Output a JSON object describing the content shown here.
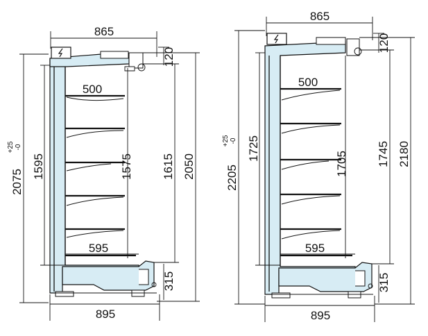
{
  "colors": {
    "insulation": "#d7ecf4",
    "line": "#111111",
    "background": "#ffffff"
  },
  "left": {
    "top_width": "865",
    "bottom_width": "895",
    "shelf_depth": "500",
    "base_depth": "595",
    "total_height_main": "2075",
    "total_height_tol_plus": "+25",
    "total_height_tol_minus": "-0",
    "inner_height": "1595",
    "shelf_height": "1575",
    "opening_height": "1615",
    "outer_height": "2050",
    "top_section": "120",
    "base_height": "315",
    "icon": "lightning-icon"
  },
  "right": {
    "top_width": "865",
    "bottom_width": "895",
    "shelf_depth": "500",
    "base_depth": "595",
    "total_height_main": "2205",
    "total_height_tol_plus": "+25",
    "total_height_tol_minus": "-0",
    "inner_height": "1725",
    "shelf_height": "1705",
    "opening_height": "1745",
    "outer_height": "2180",
    "top_section": "120",
    "base_height": "315",
    "icon": "lightning-icon"
  }
}
